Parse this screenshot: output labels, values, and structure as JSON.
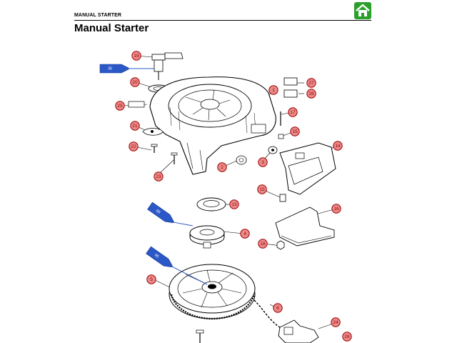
{
  "header": {
    "section_label": "MANUAL STARTER",
    "title": "Manual Starter"
  },
  "icons": {
    "home": "home-icon"
  },
  "colors": {
    "home_button": "#2aa02a",
    "callout_fill": "#e88a8a",
    "callout_stroke": "#a00000",
    "sealant_tube": "#2b57c7"
  },
  "callouts": [
    "1",
    "2",
    "3",
    "4",
    "5",
    "6",
    "13",
    "14",
    "15",
    "16",
    "17",
    "18",
    "19",
    "20",
    "21",
    "22",
    "23",
    "24",
    "25",
    "26",
    "27",
    "28"
  ],
  "sealant_tubes": [
    "35",
    "95",
    "95"
  ]
}
